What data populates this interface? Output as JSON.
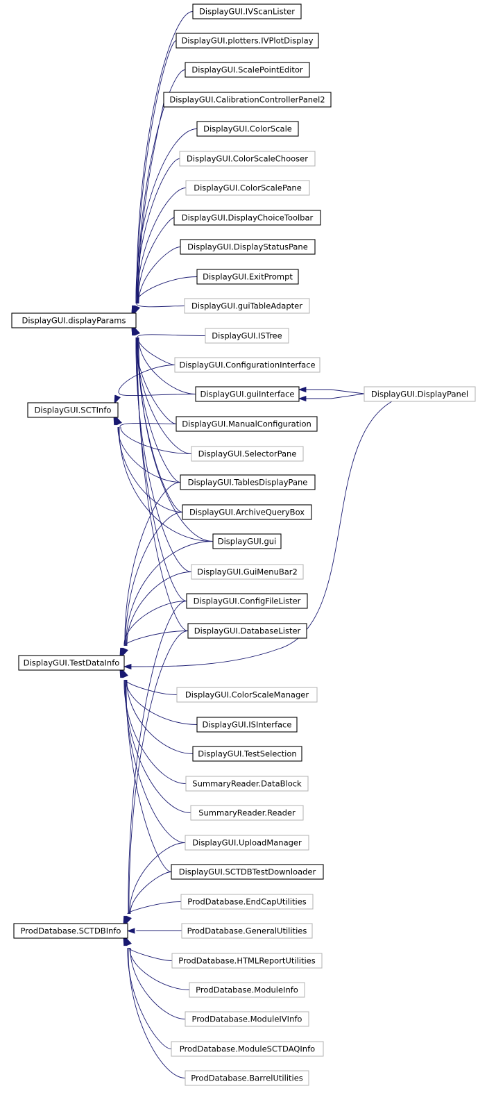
{
  "colors": {
    "edge": "#191970",
    "border_documented": "#000000",
    "border_undocumented": "#b0b0b0",
    "background": "#ffffff"
  },
  "targets": [
    {
      "id": "dp",
      "label": "DisplayGUI.displayParams"
    },
    {
      "id": "sct",
      "label": "DisplayGUI.SCTInfo"
    },
    {
      "id": "gi",
      "label": "DisplayGUI.guiInterface"
    },
    {
      "id": "tdi",
      "label": "DisplayGUI.TestDataInfo"
    },
    {
      "id": "db",
      "label": "ProdDatabase.SCTDBInfo"
    }
  ],
  "nodes": [
    {
      "id": "ivscan",
      "label": "DisplayGUI.IVScanLister",
      "documented": true
    },
    {
      "id": "ivplot",
      "label": "DisplayGUI.plotters.IVPlotDisplay",
      "documented": true
    },
    {
      "id": "scalept",
      "label": "DisplayGUI.ScalePointEditor",
      "documented": true
    },
    {
      "id": "calib",
      "label": "DisplayGUI.CalibrationControllerPanel2",
      "documented": true
    },
    {
      "id": "colorscale",
      "label": "DisplayGUI.ColorScale",
      "documented": true
    },
    {
      "id": "cschooser",
      "label": "DisplayGUI.ColorScaleChooser",
      "documented": false
    },
    {
      "id": "cspane",
      "label": "DisplayGUI.ColorScalePane",
      "documented": false
    },
    {
      "id": "dctoolbar",
      "label": "DisplayGUI.DisplayChoiceToolbar",
      "documented": true
    },
    {
      "id": "dspane",
      "label": "DisplayGUI.DisplayStatusPane",
      "documented": true
    },
    {
      "id": "exit",
      "label": "DisplayGUI.ExitPrompt",
      "documented": true
    },
    {
      "id": "gta",
      "label": "DisplayGUI.guiTableAdapter",
      "documented": false
    },
    {
      "id": "istree",
      "label": "DisplayGUI.ISTree",
      "documented": false
    },
    {
      "id": "confint",
      "label": "DisplayGUI.ConfigurationInterface",
      "documented": false
    },
    {
      "id": "dpanel",
      "label": "DisplayGUI.DisplayPanel",
      "documented": false
    },
    {
      "id": "manconf",
      "label": "DisplayGUI.ManualConfiguration",
      "documented": true
    },
    {
      "id": "selpane",
      "label": "DisplayGUI.SelectorPane",
      "documented": false
    },
    {
      "id": "tdpane",
      "label": "DisplayGUI.TablesDisplayPane",
      "documented": true
    },
    {
      "id": "aqbox",
      "label": "DisplayGUI.ArchiveQueryBox",
      "documented": true
    },
    {
      "id": "gui",
      "label": "DisplayGUI.gui",
      "documented": true
    },
    {
      "id": "menubar",
      "label": "DisplayGUI.GuiMenuBar2",
      "documented": false
    },
    {
      "id": "cfl",
      "label": "DisplayGUI.ConfigFileLister",
      "documented": true
    },
    {
      "id": "dbl",
      "label": "DisplayGUI.DatabaseLister",
      "documented": true
    },
    {
      "id": "csm",
      "label": "DisplayGUI.ColorScaleManager",
      "documented": false
    },
    {
      "id": "isint",
      "label": "DisplayGUI.ISInterface",
      "documented": true
    },
    {
      "id": "tsel",
      "label": "DisplayGUI.TestSelection",
      "documented": true
    },
    {
      "id": "srdb",
      "label": "SummaryReader.DataBlock",
      "documented": false
    },
    {
      "id": "srr",
      "label": "SummaryReader.Reader",
      "documented": false
    },
    {
      "id": "upl",
      "label": "DisplayGUI.UploadManager",
      "documented": false
    },
    {
      "id": "sctdl",
      "label": "DisplayGUI.SCTDBTestDownloader",
      "documented": true
    },
    {
      "id": "endcap",
      "label": "ProdDatabase.EndCapUtilities",
      "documented": false
    },
    {
      "id": "general",
      "label": "ProdDatabase.GeneralUtilities",
      "documented": false
    },
    {
      "id": "html",
      "label": "ProdDatabase.HTMLReportUtilities",
      "documented": false
    },
    {
      "id": "modinfo",
      "label": "ProdDatabase.ModuleInfo",
      "documented": false
    },
    {
      "id": "modiv",
      "label": "ProdDatabase.ModuleIVInfo",
      "documented": false
    },
    {
      "id": "moddaq",
      "label": "ProdDatabase.ModuleSCTDAQInfo",
      "documented": false
    },
    {
      "id": "barrel",
      "label": "ProdDatabase.BarrelUtilities",
      "documented": false
    }
  ],
  "edges": [
    [
      "ivscan",
      "dp"
    ],
    [
      "ivplot",
      "dp"
    ],
    [
      "scalept",
      "dp"
    ],
    [
      "calib",
      "dp"
    ],
    [
      "colorscale",
      "dp"
    ],
    [
      "cschooser",
      "dp"
    ],
    [
      "cspane",
      "dp"
    ],
    [
      "dctoolbar",
      "dp"
    ],
    [
      "dspane",
      "dp"
    ],
    [
      "exit",
      "dp"
    ],
    [
      "gta",
      "dp"
    ],
    [
      "istree",
      "dp"
    ],
    [
      "confint",
      "dp"
    ],
    [
      "gi",
      "dp"
    ],
    [
      "manconf",
      "dp"
    ],
    [
      "selpane",
      "dp"
    ],
    [
      "tdpane",
      "dp"
    ],
    [
      "aqbox",
      "dp"
    ],
    [
      "gui",
      "dp"
    ],
    [
      "menubar",
      "dp"
    ],
    [
      "cfl",
      "dp"
    ],
    [
      "dbl",
      "dp"
    ],
    [
      "confint",
      "sct"
    ],
    [
      "gi",
      "sct"
    ],
    [
      "manconf",
      "sct"
    ],
    [
      "selpane",
      "sct"
    ],
    [
      "tdpane",
      "sct"
    ],
    [
      "aqbox",
      "sct"
    ],
    [
      "gui",
      "sct"
    ],
    [
      "dpanel",
      "gi"
    ],
    [
      "dpanel",
      "gi"
    ],
    [
      "tdpane",
      "tdi"
    ],
    [
      "aqbox",
      "tdi"
    ],
    [
      "gui",
      "tdi"
    ],
    [
      "menubar",
      "tdi"
    ],
    [
      "cfl",
      "tdi"
    ],
    [
      "dbl",
      "tdi"
    ],
    [
      "dpanel",
      "tdi"
    ],
    [
      "csm",
      "tdi"
    ],
    [
      "isint",
      "tdi"
    ],
    [
      "tsel",
      "tdi"
    ],
    [
      "srdb",
      "tdi"
    ],
    [
      "srr",
      "tdi"
    ],
    [
      "upl",
      "tdi"
    ],
    [
      "sctdl",
      "tdi"
    ],
    [
      "cfl",
      "db"
    ],
    [
      "dbl",
      "db"
    ],
    [
      "upl",
      "db"
    ],
    [
      "sctdl",
      "db"
    ],
    [
      "endcap",
      "db"
    ],
    [
      "general",
      "db"
    ],
    [
      "html",
      "db"
    ],
    [
      "modinfo",
      "db"
    ],
    [
      "modiv",
      "db"
    ],
    [
      "moddaq",
      "db"
    ],
    [
      "barrel",
      "db"
    ]
  ]
}
